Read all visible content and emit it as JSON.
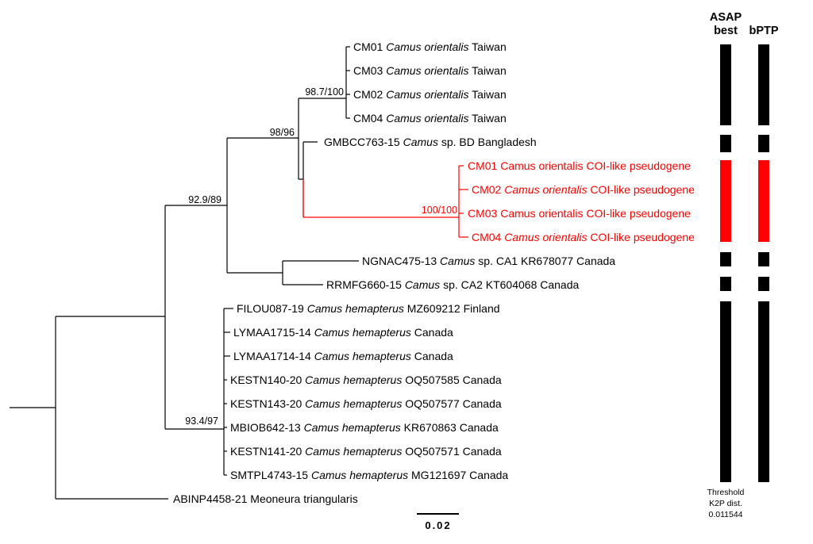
{
  "tree": {
    "taxa": [
      {
        "id": "cm01",
        "code": "CM01",
        "species": "Camus orientalis",
        "suffix": "Taiwan",
        "color": "#000000"
      },
      {
        "id": "cm03",
        "code": "CM03",
        "species": "Camus orientalis",
        "suffix": "Taiwan",
        "color": "#000000"
      },
      {
        "id": "cm02",
        "code": "CM02",
        "species": "Camus orientalis",
        "suffix": "Taiwan",
        "color": "#000000"
      },
      {
        "id": "cm04",
        "code": "CM04",
        "species": "Camus orientalis",
        "suffix": "Taiwan",
        "color": "#000000"
      },
      {
        "id": "gmbcc",
        "code": "GMBCC763-15",
        "species": "Camus",
        "suffix": "sp. BD Bangladesh",
        "color": "#000000"
      },
      {
        "id": "cm01p",
        "code": "CM01 Camus orientalis COI-like pseudogene",
        "species": "",
        "suffix": "",
        "color": "#ff0000"
      },
      {
        "id": "cm02p",
        "code": "CM02",
        "species": "Camus orientalis",
        "suffix": "COI-like pseudogene",
        "color": "#ff0000"
      },
      {
        "id": "cm03p",
        "code": "CM03 Camus orientalis COI-like pseudogene",
        "species": "",
        "suffix": "",
        "color": "#ff0000"
      },
      {
        "id": "cm04p",
        "code": "CM04",
        "species": "Camus orientalis",
        "suffix": "COI-like pseudogene",
        "color": "#ff0000"
      },
      {
        "id": "ngnac",
        "code": "NGNAC475-13",
        "species": "Camus",
        "suffix": "sp. CA1 KR678077 Canada",
        "color": "#000000"
      },
      {
        "id": "rrmfg",
        "code": "RRMFG660-15",
        "species": "Camus",
        "suffix": "sp. CA2 KT604068 Canada",
        "color": "#000000"
      },
      {
        "id": "filou",
        "code": "FILOU087-19",
        "species": "Camus hemapterus",
        "suffix": "MZ609212 Finland",
        "color": "#000000"
      },
      {
        "id": "lym15",
        "code": "LYMAA1715-14",
        "species": "Camus hemapterus",
        "suffix": "Canada",
        "color": "#000000"
      },
      {
        "id": "lym14",
        "code": "LYMAA1714-14",
        "species": "Camus hemapterus",
        "suffix": "Canada",
        "color": "#000000"
      },
      {
        "id": "kes140",
        "code": "KESTN140-20",
        "species": "Camus hemapterus",
        "suffix": "OQ507585 Canada",
        "color": "#000000"
      },
      {
        "id": "kes143",
        "code": "KESTN143-20",
        "species": "Camus hemapterus",
        "suffix": "OQ507577 Canada",
        "color": "#000000"
      },
      {
        "id": "mbiob",
        "code": "MBIOB642-13",
        "species": "Camus hemapterus",
        "suffix": "KR670863 Canada",
        "color": "#000000"
      },
      {
        "id": "kes141",
        "code": "KESTN141-20",
        "species": "Camus hemapterus",
        "suffix": "OQ507571 Canada",
        "color": "#000000"
      },
      {
        "id": "smtpl",
        "code": "SMTPL4743-15",
        "species": "Camus hemapterus",
        "suffix": "MG121697 Canada",
        "color": "#000000"
      },
      {
        "id": "abinp",
        "code": "ABINP4458-21 Meoneura triangularis",
        "species": "",
        "suffix": "",
        "color": "#000000"
      }
    ],
    "support_values": [
      {
        "id": "s1",
        "text": "98.7/100",
        "color": "#000000"
      },
      {
        "id": "s2",
        "text": "98/96",
        "color": "#000000"
      },
      {
        "id": "s3",
        "text": "92.9/89",
        "color": "#000000"
      },
      {
        "id": "s4",
        "text": "100/100",
        "color": "#ff0000"
      },
      {
        "id": "s5",
        "text": "93.4/97",
        "color": "#000000"
      }
    ],
    "scale_bar_label": "0.02"
  },
  "delimitation": {
    "columns": [
      {
        "id": "asap",
        "header_line1": "ASAP",
        "header_line2": "best"
      },
      {
        "id": "bptp",
        "header_line1": "bPTP",
        "header_line2": ""
      }
    ],
    "threshold_lines": [
      "Threshold",
      "K2P dist.",
      "0.011544"
    ],
    "colors": {
      "species": "#000000",
      "pseudogene": "#ff0000"
    }
  }
}
